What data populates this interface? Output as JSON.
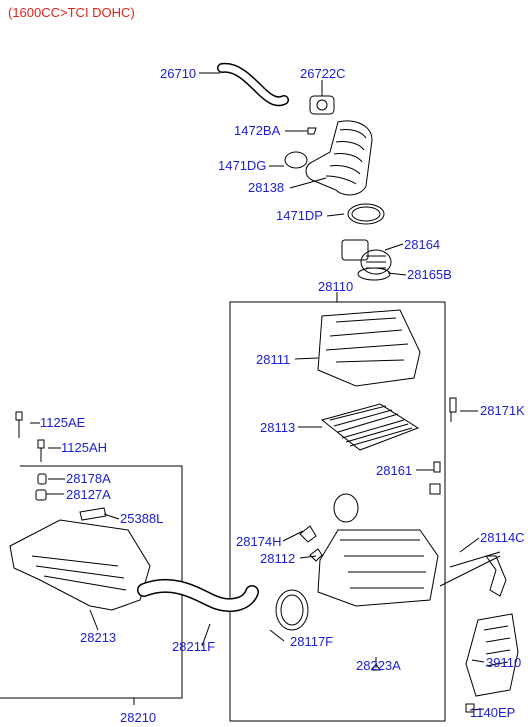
{
  "header": "(1600CC>TCI DOHC)",
  "parts": {
    "p26710": "26710",
    "p26722C": "26722C",
    "p1472BA": "1472BA",
    "p1471DG": "1471DG",
    "p28138": "28138",
    "p1471DP": "1471DP",
    "p28164": "28164",
    "p28165B": "28165B",
    "p28110": "28110",
    "p28111": "28111",
    "p28113": "28113",
    "p28171K": "28171K",
    "p28161": "28161",
    "p1125AE": "1125AE",
    "p1125AH": "1125AH",
    "p28178A": "28178A",
    "p28127A": "28127A",
    "p25388L": "25388L",
    "p28174H": "28174H",
    "p28112": "28112",
    "p28114C": "28114C",
    "p28213": "28213",
    "p28211F": "28211F",
    "p28117F": "28117F",
    "p28223A": "28223A",
    "p39110": "39110",
    "p28210": "28210",
    "p1140EP": "1140EP"
  },
  "colors": {
    "label": "#1a1fd6",
    "header": "#e0231b",
    "line": "#000000"
  }
}
